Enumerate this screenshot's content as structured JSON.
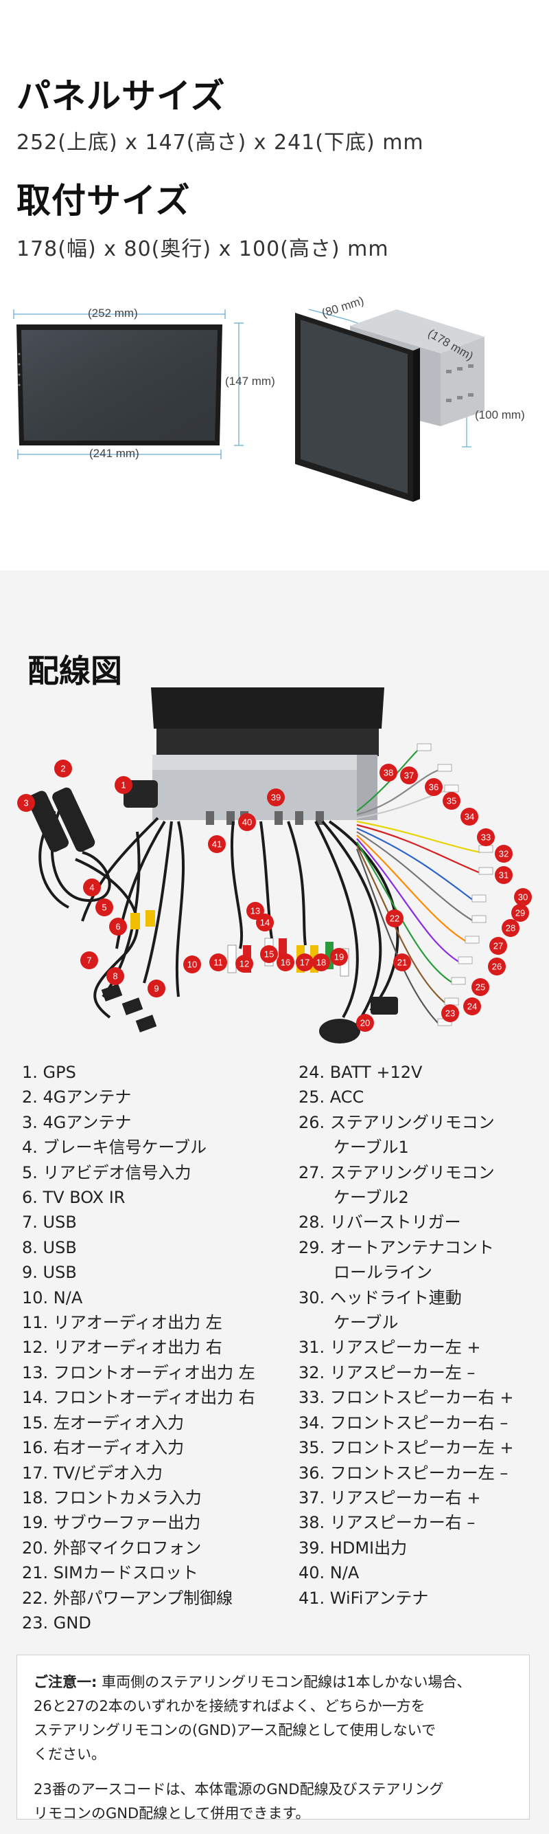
{
  "panel": {
    "title": "パネルサイズ",
    "spec": "252(上底) x 147(高さ) x 241(下底) mm"
  },
  "mount": {
    "title": "取付サイズ",
    "spec": "178(幅) x 80(奥行) x 100(高さ) mm"
  },
  "front_dims": {
    "top": "(252 mm)",
    "right": "(147 mm)",
    "bottom": "(241 mm)"
  },
  "side_dims": {
    "depth": "(80 mm)",
    "width": "(178 mm)",
    "height": "(100 mm)"
  },
  "wiring": {
    "title": "配線図",
    "badges": [
      "1",
      "2",
      "3",
      "4",
      "5",
      "6",
      "7",
      "8",
      "9",
      "10",
      "11",
      "12",
      "13",
      "14",
      "15",
      "16",
      "17",
      "18",
      "19",
      "20",
      "21",
      "22",
      "23",
      "24",
      "25",
      "26",
      "27",
      "28",
      "29",
      "30",
      "31",
      "32",
      "33",
      "34",
      "35",
      "36",
      "37",
      "38",
      "39",
      "40",
      "41"
    ],
    "left_items": [
      "1. GPS",
      "2. 4Gアンテナ",
      "3. 4Gアンテナ",
      "4. ブレーキ信号ケーブル",
      "5. リアビデオ信号入力",
      "6. TV BOX IR",
      "7. USB",
      "8. USB",
      "9. USB",
      "10. N/A",
      "11. リアオーディオ出力 左",
      "12. リアオーディオ出力 右",
      "13. フロントオーディオ出力 左",
      "14. フロントオーディオ出力 右",
      "15. 左オーディオ入力",
      "16. 右オーディオ入力",
      "17. TV/ビデオ入力",
      "18. フロントカメラ入力",
      "19. サブウーファー出力",
      "20. 外部マイクロフォン",
      "21. SIMカードスロット",
      "22. 外部パワーアンプ制御線",
      "23. GND"
    ],
    "right_items": [
      "24. BATT +12V",
      "25. ACC",
      "26. ステアリングリモコン",
      "ケーブル1",
      "27. ステアリングリモコン",
      "ケーブル2",
      "28. リバーストリガー",
      "29. オートアンテナコント",
      "ロールライン",
      "30. ヘッドライト連動",
      "ケーブル",
      "31. リアスピーカー左 +",
      "32. リアスピーカー左 –",
      "33. フロントスピーカー右 +",
      "34. フロントスピーカー右 –",
      "35. フロントスピーカー左 +",
      "36. フロントスピーカー左 –",
      "37. リアスピーカー右 +",
      "38. リアスピーカー右 –",
      "39. HDMI出力",
      "40. N/A",
      "41. WiFiアンテナ"
    ]
  },
  "note": {
    "label": "ご注意一:",
    "line1": " 車両側のステアリングリモコン配線は1本しかない場合、",
    "line2": "26と27の2本のいずれかを接続すればよく、どちらか一方を",
    "line3": "ステアリングリモコンの(GND)アース配線として使用しないで",
    "line4": "ください。",
    "line5": "23番のアースコードは、本体電源のGND配線及びステアリング",
    "line6": "リモコンのGND配線として併用できます。"
  },
  "colors": {
    "badge": "#d81b1b",
    "dim_line": "#6aaed6",
    "wire_bg": "#f4f4f4"
  }
}
